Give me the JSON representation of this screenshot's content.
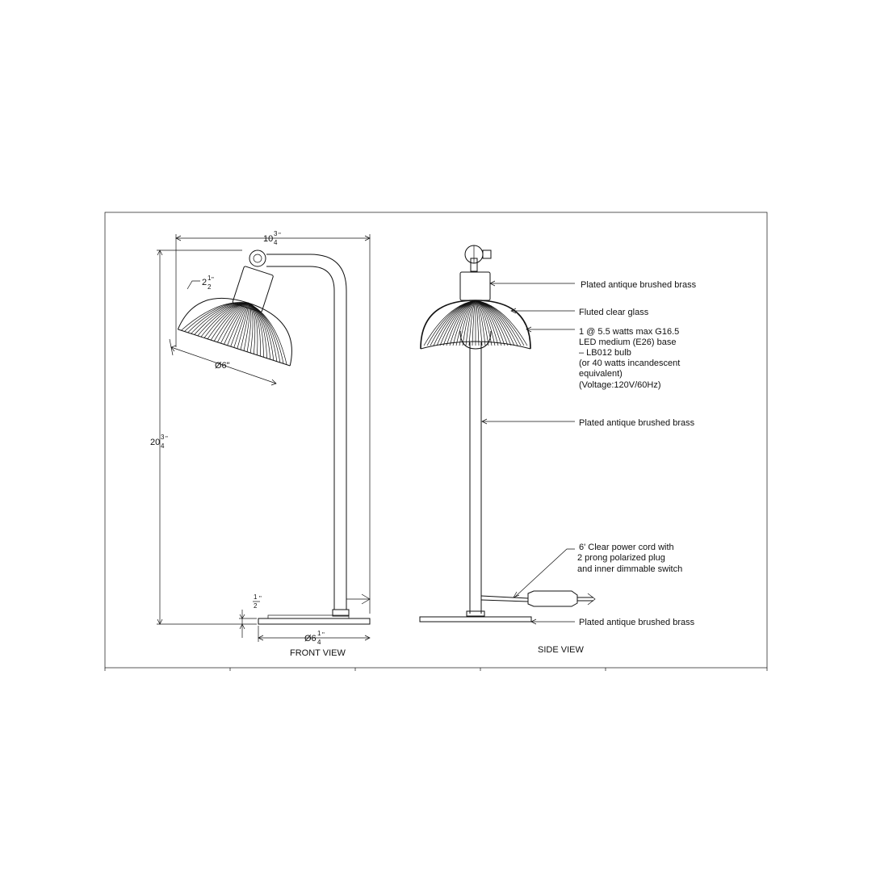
{
  "views": {
    "front": "FRONT VIEW",
    "side": "SIDE VIEW"
  },
  "dimensions": {
    "width_whole": "10",
    "width_num": "3",
    "width_den": "4",
    "width_unit": "\"",
    "height_whole": "20",
    "height_num": "3",
    "height_den": "4",
    "height_unit": "\"",
    "shade_depth_whole": "2",
    "shade_depth_num": "1",
    "shade_depth_den": "2",
    "shade_depth_unit": "\"",
    "shade_dia": "Ø6\"",
    "base_thick_num": "1",
    "base_thick_den": "2",
    "base_thick_unit": "\"",
    "base_dia_whole": "Ø6",
    "base_dia_num": "1",
    "base_dia_den": "4",
    "base_dia_unit": "\""
  },
  "callouts": {
    "c1": "Plated antique brushed brass",
    "c2": "Fluted clear glass",
    "c3": {
      "line1": "1 @ 5.5 watts max G16.5",
      "line2": "LED medium (E26) base",
      "line3": "– LB012 bulb",
      "line4": "(or 40 watts incandescent",
      "line5": "equivalent)",
      "line6": "(Voltage:120V/60Hz)"
    },
    "c4": "Plated antique brushed brass",
    "c5": {
      "line1": "6' Clear power cord with",
      "line2": "2 prong polarized plug",
      "line3": "and inner dimmable switch"
    },
    "c6": "Plated antique brushed brass"
  }
}
